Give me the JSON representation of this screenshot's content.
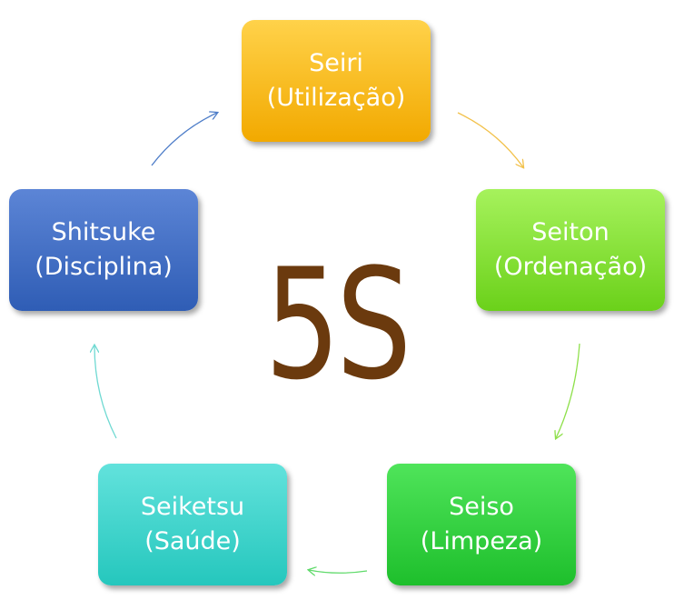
{
  "title": "5S",
  "title_color": "#6b3a0e",
  "nodes": [
    {
      "name": "Seiri",
      "subtitle": "(Utilização)",
      "color_top": "#ffd24a",
      "color_bottom": "#f2a900"
    },
    {
      "name": "Seiton",
      "subtitle": "(Ordenação)",
      "color_top": "#a6f25c",
      "color_bottom": "#6bd11a"
    },
    {
      "name": "Seiso",
      "subtitle": "(Limpeza)",
      "color_top": "#4fe45a",
      "color_bottom": "#1ebf2c"
    },
    {
      "name": "Seiketsu",
      "subtitle": "(Saúde)",
      "color_top": "#62e2dc",
      "color_bottom": "#25c7bd"
    },
    {
      "name": "Shitsuke",
      "subtitle": "(Disciplina)",
      "color_top": "#5c85d6",
      "color_bottom": "#2f5db5"
    }
  ],
  "arrow_colors": [
    "#f2c14a",
    "#8ee04a",
    "#5fda6a",
    "#6fd9d2",
    "#4f7ec9"
  ]
}
